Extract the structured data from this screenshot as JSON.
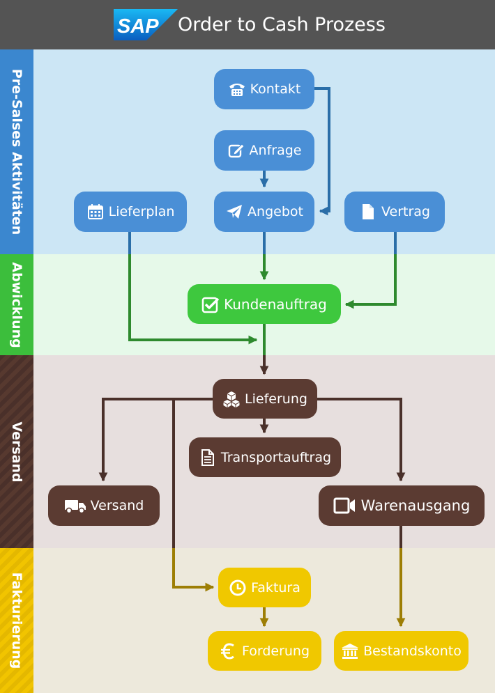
{
  "title": "Order to Cash Prozess",
  "logo_text": "SAP",
  "colors": {
    "header": "#545454",
    "blue": "#3b87cf",
    "blue_node": "#4a8fd6",
    "blue_bg": "#cce6f5",
    "green": "#3cbe3c",
    "green_node": "#3ec83e",
    "green_bg": "#e6f9e9",
    "brown": "#4a302a",
    "brown_node": "#5b3b32",
    "brown_bg": "#e7dfde",
    "yellow": "#f1c400",
    "yellow_node": "#f0c800",
    "yellow_bg": "#ede9dc",
    "arrow_blue": "#2a6ea8",
    "arrow_green": "#2e8a2e",
    "arrow_brown": "#4a302a",
    "arrow_yellow": "#9d7e05"
  },
  "lanes": [
    {
      "label": "Pre-Salses Aktivitäten"
    },
    {
      "label": "Abwicklung"
    },
    {
      "label": "Versand"
    },
    {
      "label": "Fakturierung"
    }
  ],
  "nodes": {
    "kontakt": {
      "label": "Kontakt",
      "icon": "phone-icon"
    },
    "anfrage": {
      "label": "Anfrage",
      "icon": "edit-icon"
    },
    "lieferplan": {
      "label": "Lieferplan",
      "icon": "calendar-icon"
    },
    "angebot": {
      "label": "Angebot",
      "icon": "paper-plane-icon"
    },
    "vertrag": {
      "label": "Vertrag",
      "icon": "document-icon"
    },
    "kundenauftrag": {
      "label": "Kundenauftrag",
      "icon": "check-square-icon"
    },
    "lieferung": {
      "label": "Lieferung",
      "icon": "cubes-icon"
    },
    "transportauftrag": {
      "label": "Transportauftrag",
      "icon": "file-text-icon"
    },
    "versand": {
      "label": "Versand",
      "icon": "truck-icon"
    },
    "warenausgang": {
      "label": "Warenausgang",
      "icon": "video-icon"
    },
    "faktura": {
      "label": "Faktura",
      "icon": "clock-icon"
    },
    "forderung": {
      "label": "Forderung",
      "icon": "euro-icon"
    },
    "bestandskonto": {
      "label": "Bestandskonto",
      "icon": "bank-icon"
    }
  },
  "edges": [
    {
      "from": "kontakt",
      "to": "angebot"
    },
    {
      "from": "anfrage",
      "to": "angebot"
    },
    {
      "from": "angebot",
      "to": "kundenauftrag"
    },
    {
      "from": "vertrag",
      "to": "kundenauftrag"
    },
    {
      "from": "lieferplan",
      "to": "lieferung"
    },
    {
      "from": "kundenauftrag",
      "to": "lieferung"
    },
    {
      "from": "lieferung",
      "to": "transportauftrag"
    },
    {
      "from": "lieferung",
      "to": "versand"
    },
    {
      "from": "lieferung",
      "to": "warenausgang"
    },
    {
      "from": "lieferung",
      "to": "faktura"
    },
    {
      "from": "faktura",
      "to": "forderung"
    },
    {
      "from": "warenausgang",
      "to": "bestandskonto"
    }
  ]
}
